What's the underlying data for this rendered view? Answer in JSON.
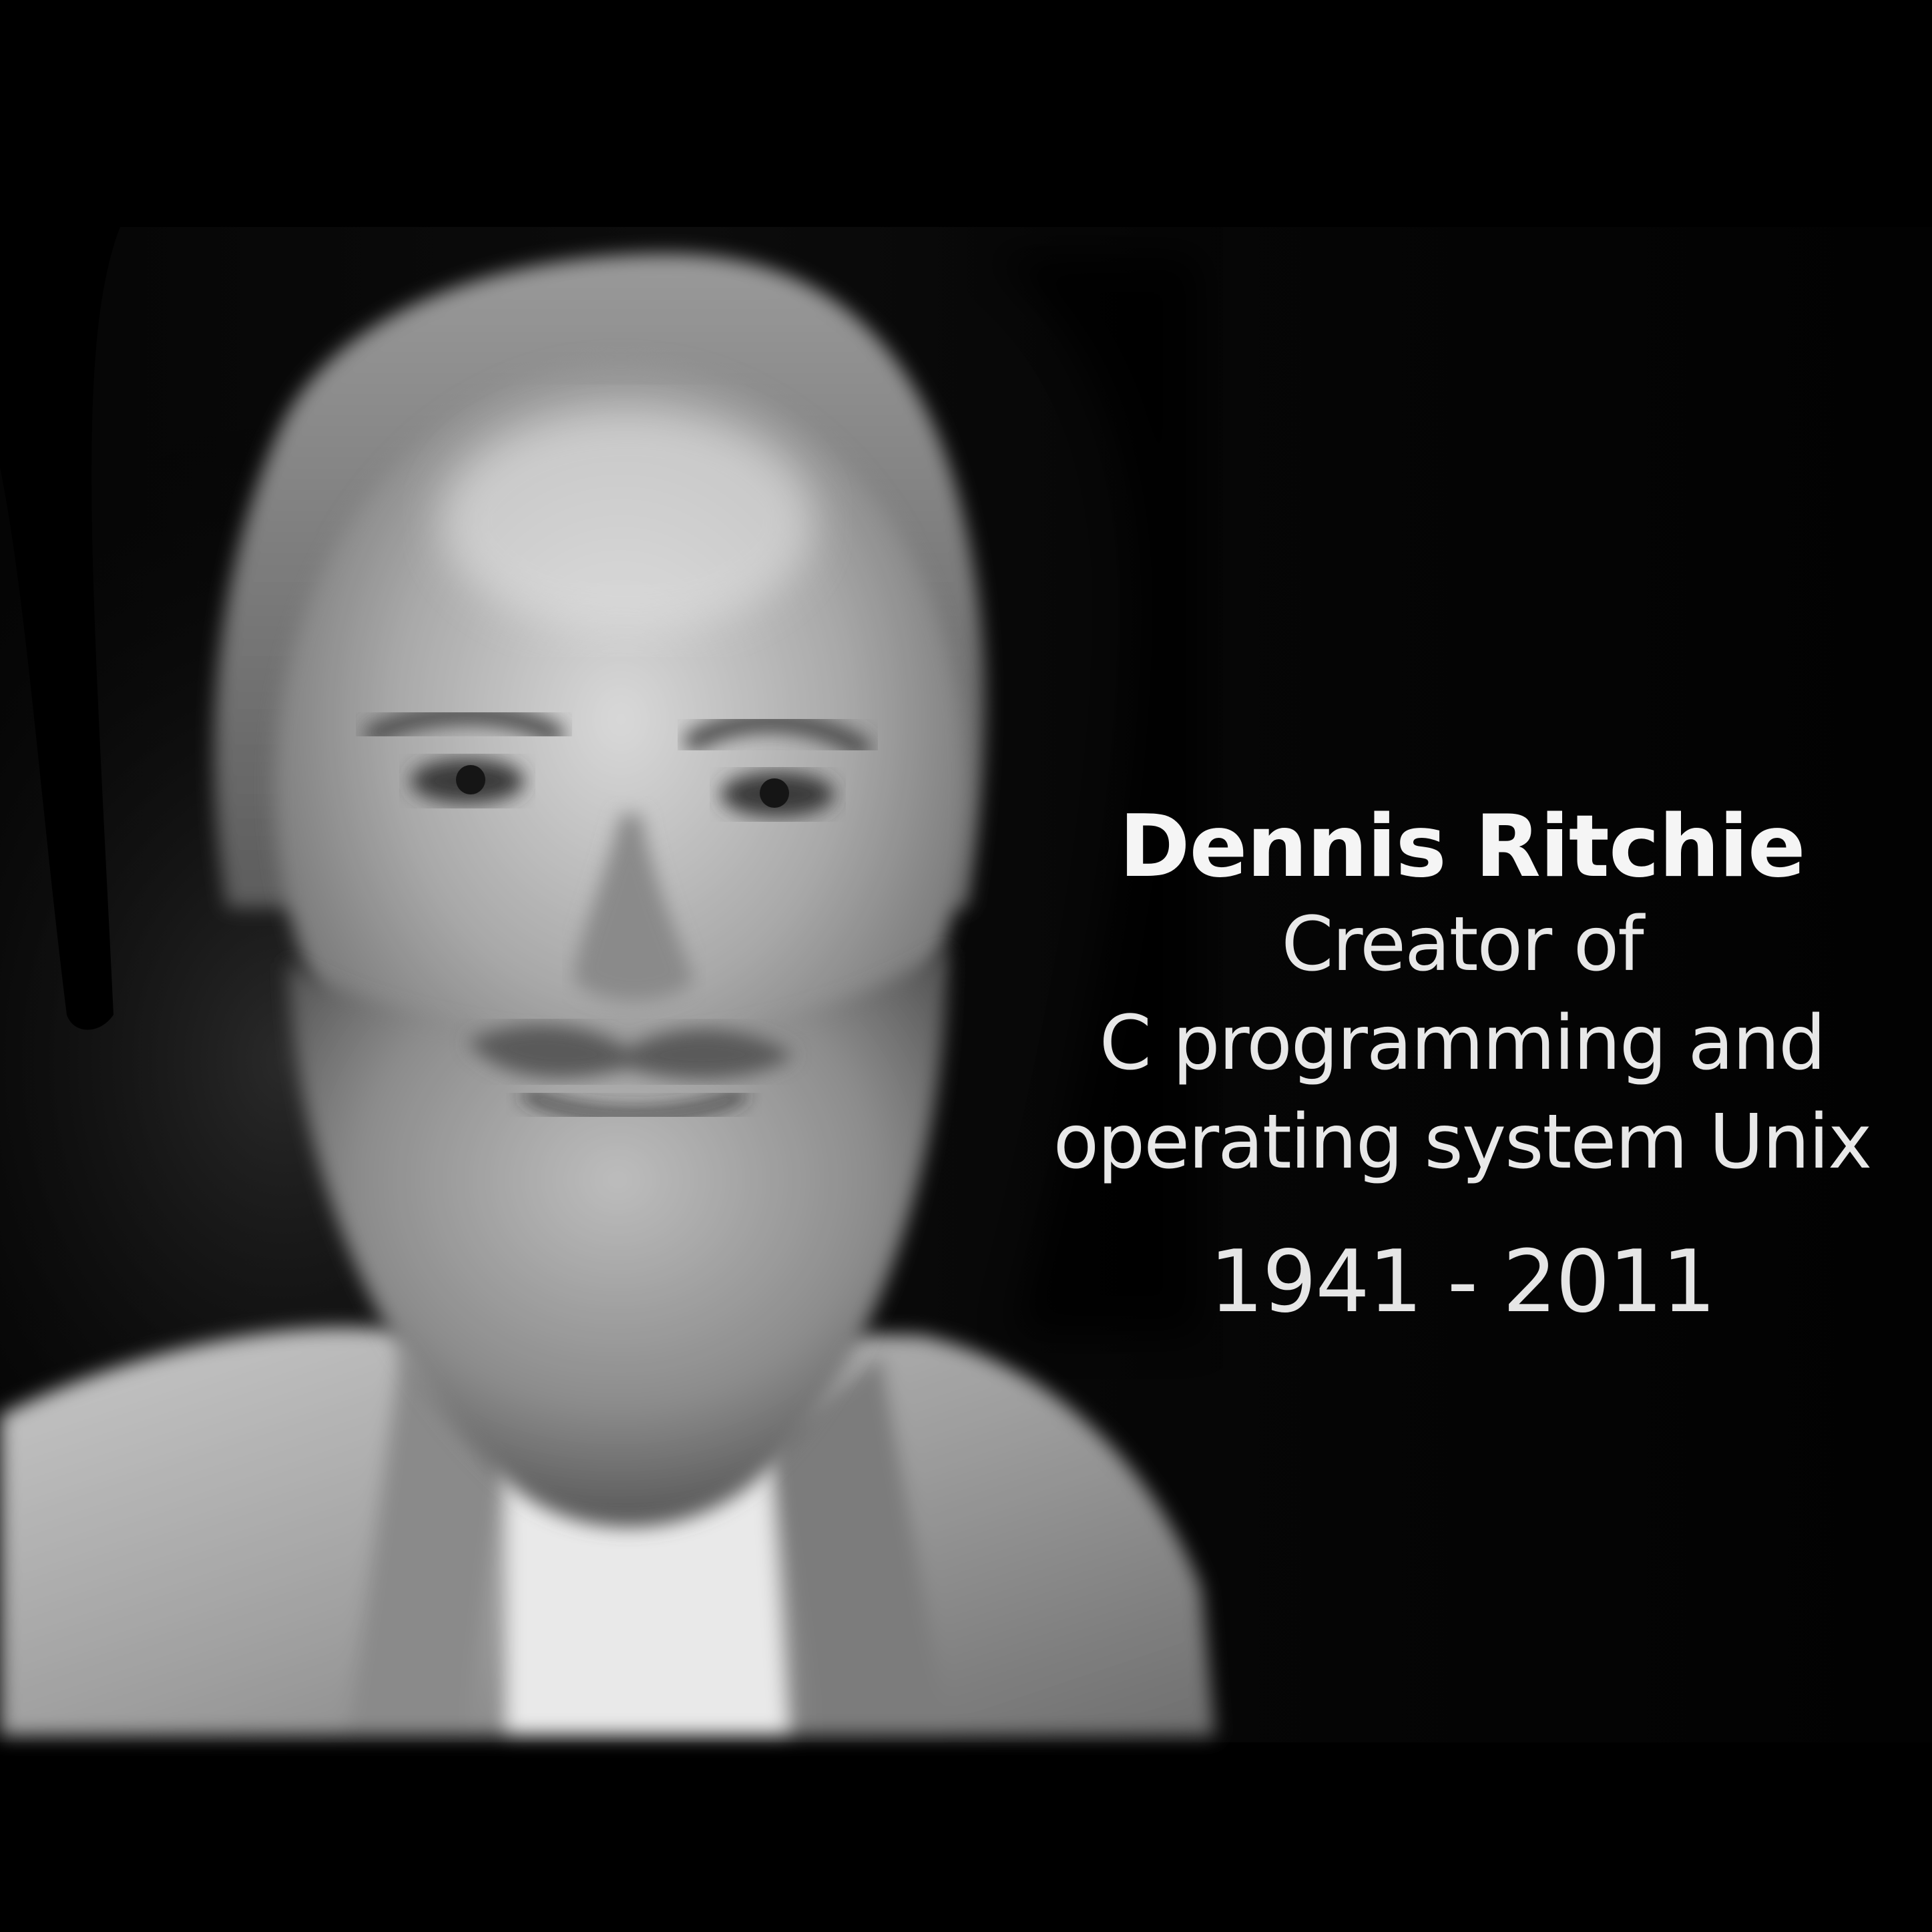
{
  "caption": {
    "name": "Dennis Ritchie",
    "role_line_1": "Creator of",
    "role_line_2": "C programming and",
    "role_line_3": "operating system Unix",
    "years": "1941 - 2011"
  },
  "colors": {
    "background": "#000000",
    "text": "#f2f2f2"
  }
}
